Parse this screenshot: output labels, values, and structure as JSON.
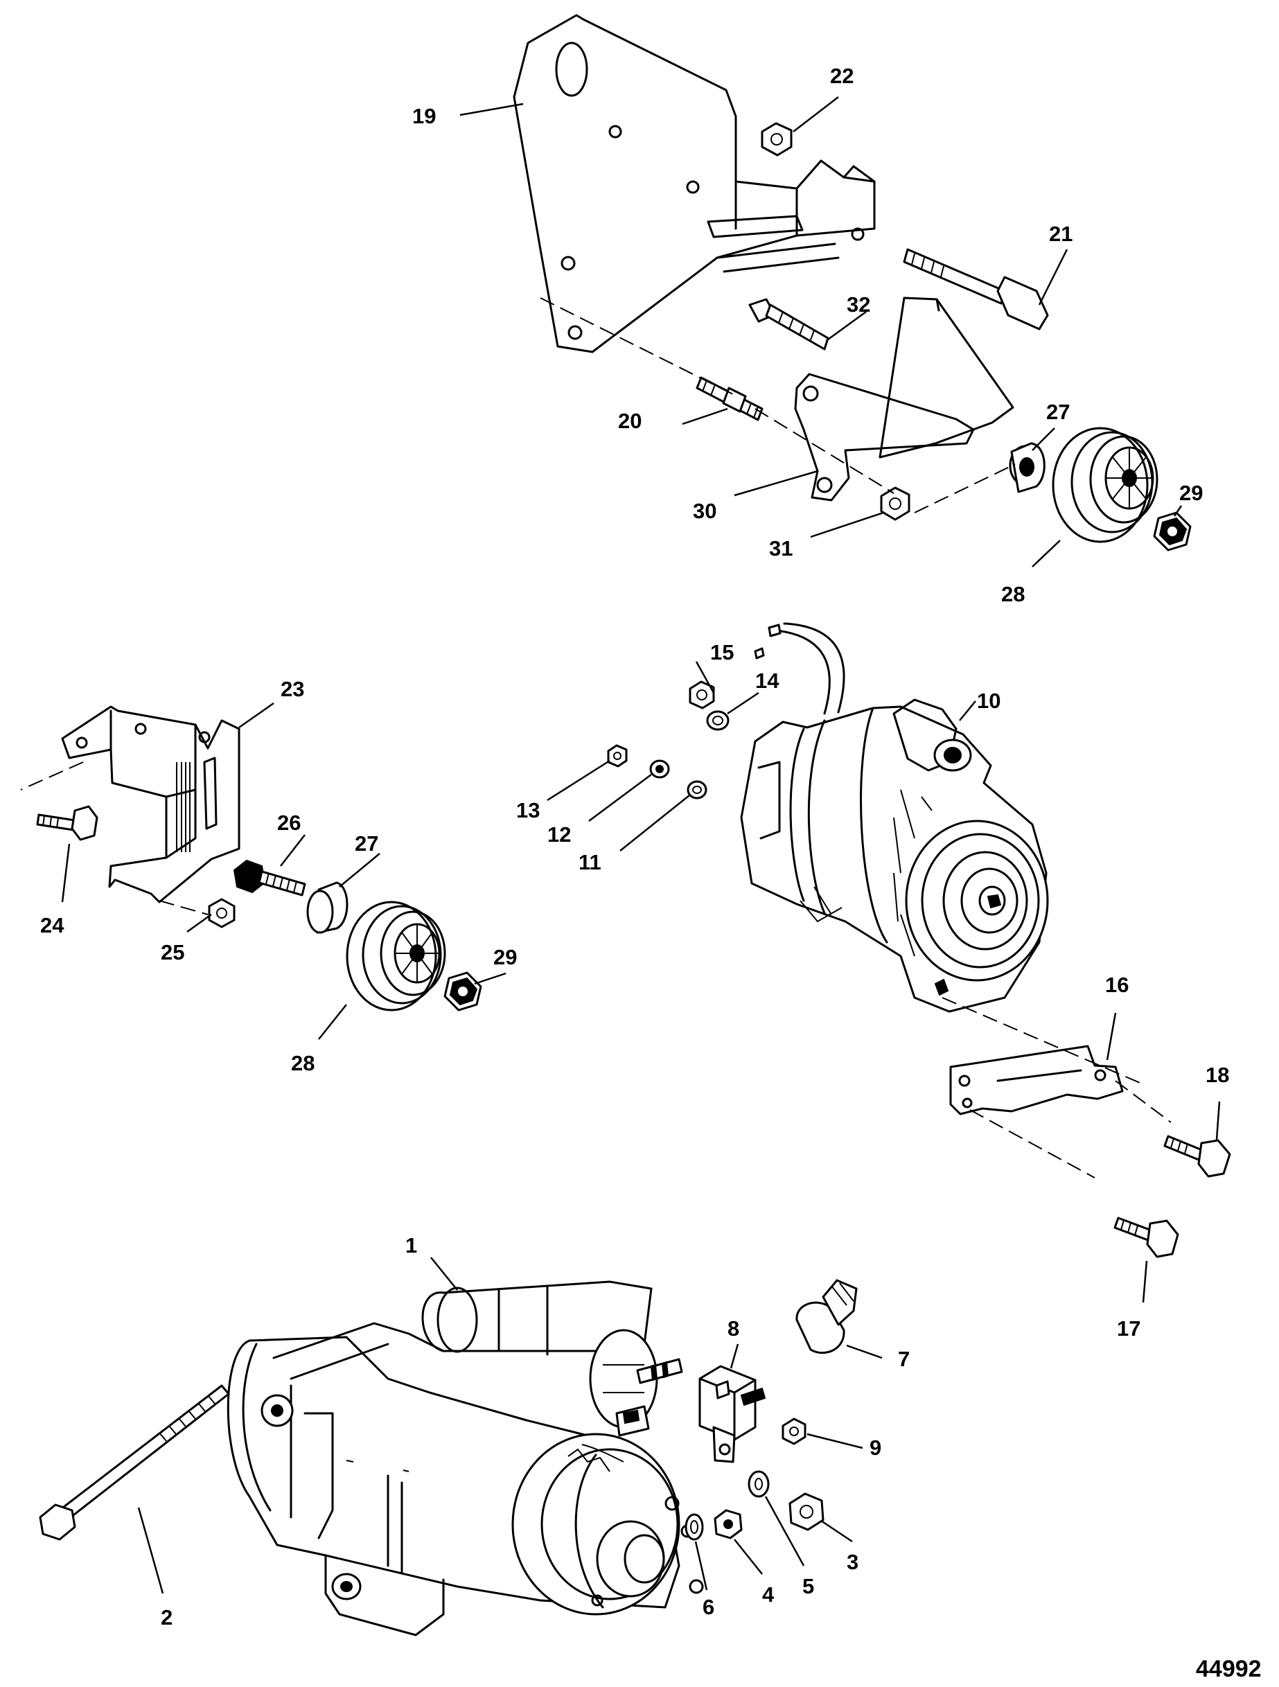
{
  "reference_number": "44992",
  "callouts": [
    {
      "id": "c1",
      "label": "1"
    },
    {
      "id": "c2",
      "label": "2"
    },
    {
      "id": "c3",
      "label": "3"
    },
    {
      "id": "c4",
      "label": "4"
    },
    {
      "id": "c5",
      "label": "5"
    },
    {
      "id": "c6",
      "label": "6"
    },
    {
      "id": "c7",
      "label": "7"
    },
    {
      "id": "c8",
      "label": "8"
    },
    {
      "id": "c9",
      "label": "9"
    },
    {
      "id": "c10",
      "label": "10"
    },
    {
      "id": "c11",
      "label": "11"
    },
    {
      "id": "c12",
      "label": "12"
    },
    {
      "id": "c13",
      "label": "13"
    },
    {
      "id": "c14",
      "label": "14"
    },
    {
      "id": "c15",
      "label": "15"
    },
    {
      "id": "c16",
      "label": "16"
    },
    {
      "id": "c17",
      "label": "17"
    },
    {
      "id": "c18",
      "label": "18"
    },
    {
      "id": "c19",
      "label": "19"
    },
    {
      "id": "c20",
      "label": "20"
    },
    {
      "id": "c21",
      "label": "21"
    },
    {
      "id": "c22",
      "label": "22"
    },
    {
      "id": "c23",
      "label": "23"
    },
    {
      "id": "c24",
      "label": "24"
    },
    {
      "id": "c25",
      "label": "25"
    },
    {
      "id": "c26",
      "label": "26"
    },
    {
      "id": "c27a",
      "label": "27"
    },
    {
      "id": "c27b",
      "label": "27"
    },
    {
      "id": "c28a",
      "label": "28"
    },
    {
      "id": "c28b",
      "label": "28"
    },
    {
      "id": "c29a",
      "label": "29"
    },
    {
      "id": "c29b",
      "label": "29"
    },
    {
      "id": "c30",
      "label": "30"
    },
    {
      "id": "c31",
      "label": "31"
    },
    {
      "id": "c32",
      "label": "32"
    }
  ]
}
